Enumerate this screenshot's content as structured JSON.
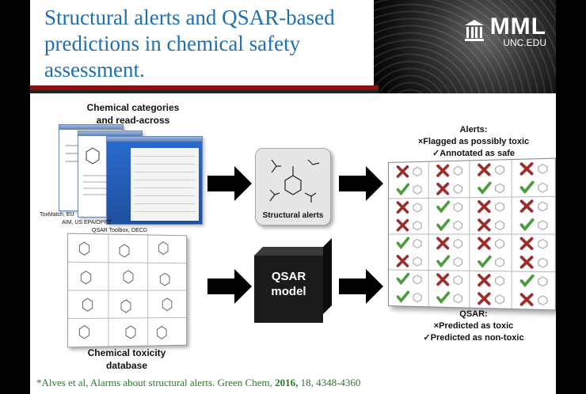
{
  "slide": {
    "title": "Structural alerts and QSAR-based predictions in chemical safety assessment.",
    "logo": {
      "name": "MML",
      "sub": "UNC.EDU",
      "icon": "university-building-icon"
    },
    "left_top_label": "Chemical categories and read-across",
    "screenshots_labels": {
      "toxmatch": "ToxMatch, EU",
      "aim": "AIM, US EPA/OPPT",
      "qsar_toolbox": "QSAR Toolbox, OECD"
    },
    "left_bottom_label": "Chemical toxicity database",
    "center_top_caption": "Structural alerts",
    "center_bottom_caption": "QSAR model",
    "alerts": {
      "heading": "Alerts:",
      "flagged": "×Flagged as possibly toxic",
      "annotated": "✓Annotated as safe"
    },
    "qsar": {
      "heading": "QSAR:",
      "toxic": "×Predicted as toxic",
      "nontoxic": "✓Predicted as non-toxic"
    },
    "citation": {
      "prefix": "*Alves et al, Alarms about structural alerts. Green Chem, ",
      "year": "2016,",
      "suffix": " 18, 4348-4360"
    },
    "grid_marks": [
      [
        "x",
        "x",
        "x",
        "x"
      ],
      [
        "ok",
        "x",
        "ok",
        "ok"
      ],
      [
        "x",
        "ok",
        "x",
        "x"
      ],
      [
        "x",
        "ok",
        "x",
        "ok"
      ],
      [
        "ok",
        "x",
        "x",
        "x"
      ],
      [
        "x",
        "ok",
        "ok",
        "x"
      ],
      [
        "ok",
        "x",
        "x",
        "ok"
      ],
      [
        "ok",
        "ok",
        "x",
        "x"
      ]
    ],
    "colors": {
      "title": "#1f6fb2",
      "cross": "#9b2b2b",
      "check": "#4a9a3a",
      "citation": "#2a7a2a"
    }
  }
}
